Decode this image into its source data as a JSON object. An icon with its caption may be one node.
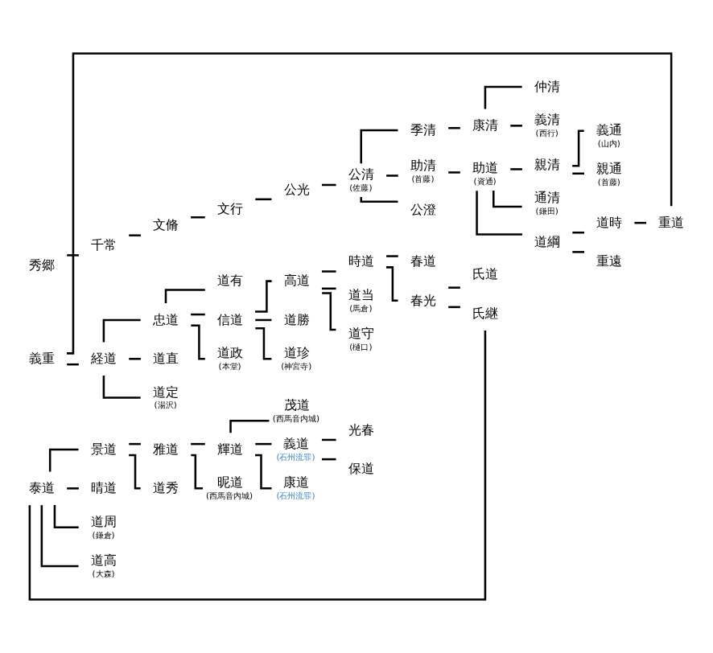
{
  "diagram": {
    "nodes": [
      {
        "text": [
          "秀郷"
        ]
      },
      {
        "text": [
          "千常"
        ]
      },
      {
        "text": [
          "文脩"
        ]
      },
      {
        "text": [
          "文行"
        ]
      },
      {
        "text": [
          "公光"
        ]
      },
      {
        "text": [
          "公清"
        ],
        "beside": [
          "(佐藤)"
        ]
      },
      {
        "text": [
          "季清"
        ]
      },
      {
        "text": [
          "康清"
        ]
      },
      {
        "text": [
          "仲清"
        ]
      },
      {
        "text": [
          "義清"
        ],
        "beside": [
          "(西行)"
        ]
      },
      {
        "text": [
          "助清"
        ],
        "beside": [
          "(首藤)"
        ]
      },
      {
        "text": [
          "助道"
        ],
        "beside": [
          "(資通)"
        ]
      },
      {
        "text": [
          "親清"
        ]
      },
      {
        "text": [
          "義通"
        ],
        "beside": [
          "(山内)"
        ]
      },
      {
        "text": [
          "通清"
        ],
        "beside": [
          "(鎌田)"
        ]
      },
      {
        "text": [
          "親通"
        ],
        "beside": [
          "(首藤)"
        ]
      },
      {
        "text": [
          "公澄"
        ]
      },
      {
        "text": [
          "道綱"
        ]
      },
      {
        "text": [
          "道時"
        ]
      },
      {
        "text": [
          "重道"
        ]
      },
      {
        "text": [
          "重遠"
        ]
      },
      {
        "text": [
          "義重"
        ]
      },
      {
        "text": [
          "経道"
        ]
      },
      {
        "text": [
          "道有"
        ]
      },
      {
        "text": [
          "忠道"
        ]
      },
      {
        "text": [
          "信道"
        ]
      },
      {
        "text": [
          "高道"
        ]
      },
      {
        "text": [
          "時道"
        ]
      },
      {
        "text": [
          "春道"
        ]
      },
      {
        "text": [
          "春光"
        ]
      },
      {
        "text": [
          "氏道"
        ]
      },
      {
        "text": [
          "氏継"
        ]
      },
      {
        "text": [
          "道直"
        ]
      },
      {
        "text": [
          "道政"
        ],
        "beside": [
          "(本堂)"
        ]
      },
      {
        "text": [
          "道勝"
        ]
      },
      {
        "text": [
          "道当"
        ],
        "beside": [
          "(馬倉)"
        ]
      },
      {
        "text": [
          "道定"
        ],
        "beside": [
          "(湯沢)"
        ]
      },
      {
        "text": [
          "道珍"
        ],
        "beside": [
          "(神宮寺)"
        ]
      },
      {
        "text": [
          "道守"
        ],
        "beside": [
          "(樋口)"
        ]
      },
      {
        "text": [
          "泰道"
        ]
      },
      {
        "text": [
          "景道"
        ]
      },
      {
        "text": [
          "雅道"
        ]
      },
      {
        "text": [
          "輝道"
        ]
      },
      {
        "text": [
          "茂道"
        ],
        "beside": [
          "(西馬音内城)"
        ]
      },
      {
        "text": [
          "晴道"
        ]
      },
      {
        "text": [
          "道秀"
        ]
      },
      {
        "text": [
          "義道"
        ],
        "beside": [
          "(石州流罪)"
        ]
      },
      {
        "text": [
          "光春"
        ]
      },
      {
        "text": [
          "康道"
        ],
        "beside": [
          "(石州流罪)"
        ]
      },
      {
        "text": [
          "保道"
        ]
      },
      {
        "text": [
          "道周"
        ],
        "beside": [
          "(鎌倉)"
        ]
      },
      {
        "text": [
          "道高"
        ],
        "beside": [
          "(大森)"
        ]
      },
      {
        "text": [
          "昵道"
        ],
        "beside": [
          "(西馬音内城)"
        ]
      }
    ],
    "edges": [
      {
        "from": 0,
        "to": 1,
        "arrow": "none"
      },
      {
        "from": 1,
        "to": 2,
        "arrow": "none"
      },
      {
        "from": 2,
        "to": 3,
        "arrow": "none"
      },
      {
        "from": 3,
        "to": 4,
        "arrow": "none"
      },
      {
        "from": 4,
        "to": 5,
        "arrow": "none"
      },
      {
        "from": 5,
        "to": 6,
        "arrow": "none"
      },
      {
        "from": 5,
        "to": 10,
        "arrow": "none"
      },
      {
        "from": 5,
        "to": 16,
        "arrow": "none"
      },
      {
        "from": 6,
        "to": 7,
        "arrow": "none"
      },
      {
        "from": 7,
        "to": 8,
        "arrow": "none"
      },
      {
        "from": 7,
        "to": 9,
        "arrow": "none"
      },
      {
        "from": 10,
        "to": 11,
        "arrow": "none"
      },
      {
        "from": 11,
        "to": 12,
        "arrow": "none"
      },
      {
        "from": 11,
        "to": 14,
        "arrow": "none"
      },
      {
        "from": 11,
        "to": 17,
        "arrow": "none"
      },
      {
        "from": 12,
        "to": 13,
        "arrow": "none"
      },
      {
        "from": 12,
        "to": 15,
        "arrow": "none"
      },
      {
        "from": 17,
        "to": 18,
        "arrow": "none"
      },
      {
        "from": 17,
        "to": 20,
        "arrow": "none"
      },
      {
        "from": 18,
        "to": 19,
        "arrow": "none"
      },
      {
        "from": 19,
        "to": 21,
        "arrow": "none"
      },
      {
        "from": 21,
        "to": 22,
        "arrow": "none"
      },
      {
        "from": 22,
        "to": 24,
        "arrow": "none"
      },
      {
        "from": 22,
        "to": 32,
        "arrow": "none"
      },
      {
        "from": 22,
        "to": 36,
        "arrow": "none"
      },
      {
        "from": 24,
        "to": 23,
        "arrow": "none"
      },
      {
        "from": 24,
        "to": 25,
        "arrow": "none"
      },
      {
        "from": 24,
        "to": 33,
        "arrow": "none"
      },
      {
        "from": 25,
        "to": 26,
        "arrow": "none"
      },
      {
        "from": 25,
        "to": 34,
        "arrow": "none"
      },
      {
        "from": 25,
        "to": 37,
        "arrow": "none"
      },
      {
        "from": 26,
        "to": 27,
        "arrow": "none"
      },
      {
        "from": 26,
        "to": 35,
        "arrow": "none"
      },
      {
        "from": 26,
        "to": 38,
        "arrow": "none"
      },
      {
        "from": 27,
        "to": 28,
        "arrow": "none"
      },
      {
        "from": 27,
        "to": 29,
        "arrow": "none"
      },
      {
        "from": 29,
        "to": 30,
        "arrow": "none"
      },
      {
        "from": 29,
        "to": 31,
        "arrow": "none"
      },
      {
        "from": 31,
        "to": 39,
        "arrow": "none"
      },
      {
        "from": 39,
        "to": 40,
        "arrow": "none"
      },
      {
        "from": 39,
        "to": 44,
        "arrow": "none"
      },
      {
        "from": 39,
        "to": 50,
        "arrow": "none"
      },
      {
        "from": 39,
        "to": 51,
        "arrow": "none"
      },
      {
        "from": 40,
        "to": 41,
        "arrow": "none"
      },
      {
        "from": 40,
        "to": 45,
        "arrow": "none"
      },
      {
        "from": 41,
        "to": 42,
        "arrow": "none"
      },
      {
        "from": 41,
        "to": 52,
        "arrow": "none"
      },
      {
        "from": 42,
        "to": 43,
        "arrow": "none"
      },
      {
        "from": 42,
        "to": 46,
        "arrow": "none"
      },
      {
        "from": 42,
        "to": 48,
        "arrow": "none"
      },
      {
        "from": 46,
        "to": 47,
        "arrow": "none"
      },
      {
        "from": 46,
        "to": 49,
        "arrow": "none"
      }
    ]
  }
}
